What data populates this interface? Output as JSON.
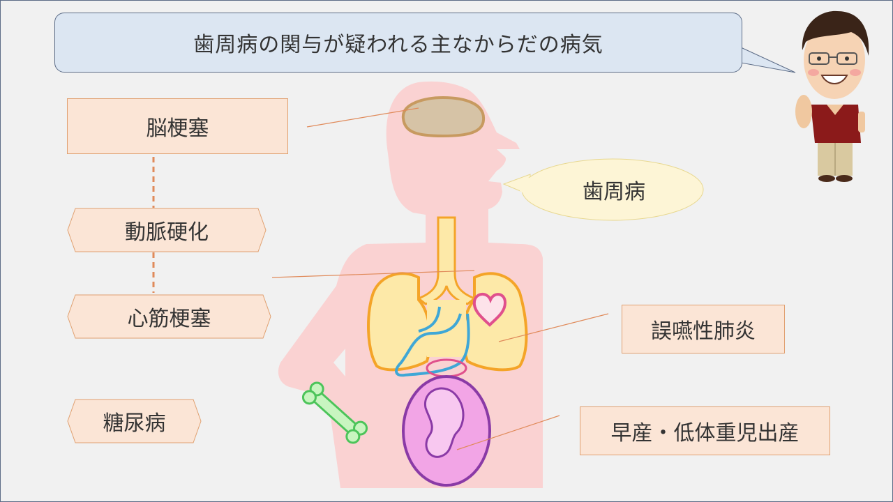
{
  "title": "歯周病の関与が疑われる主なからだの病気",
  "left_labels": {
    "stroke": "脳梗塞",
    "arteriosclerosis": "動脈硬化",
    "myocardial_infarction": "心筋梗塞",
    "diabetes": "糖尿病"
  },
  "right_labels": {
    "periodontal": "歯周病",
    "aspiration_pneumonia": "誤嚥性肺炎",
    "premature_birth": "早産・低体重児出産"
  },
  "colors": {
    "body": "#fad2d2",
    "title_bg": "#dce6f2",
    "label_bg": "#fbe5d6",
    "label_border": "#e0a070",
    "speech_bg": "#fdf5d6",
    "lungs": "#fde9a8",
    "lung_outline": "#f4a428",
    "heart": "#e0508c",
    "stomach": "#3fa7d6",
    "bone": "#8ee08e",
    "fetus": "#e87fd0"
  },
  "icons": [
    "brain-icon",
    "lungs-icon",
    "heart-icon",
    "stomach-icon",
    "bone-icon",
    "fetus-icon",
    "presenter-avatar"
  ]
}
